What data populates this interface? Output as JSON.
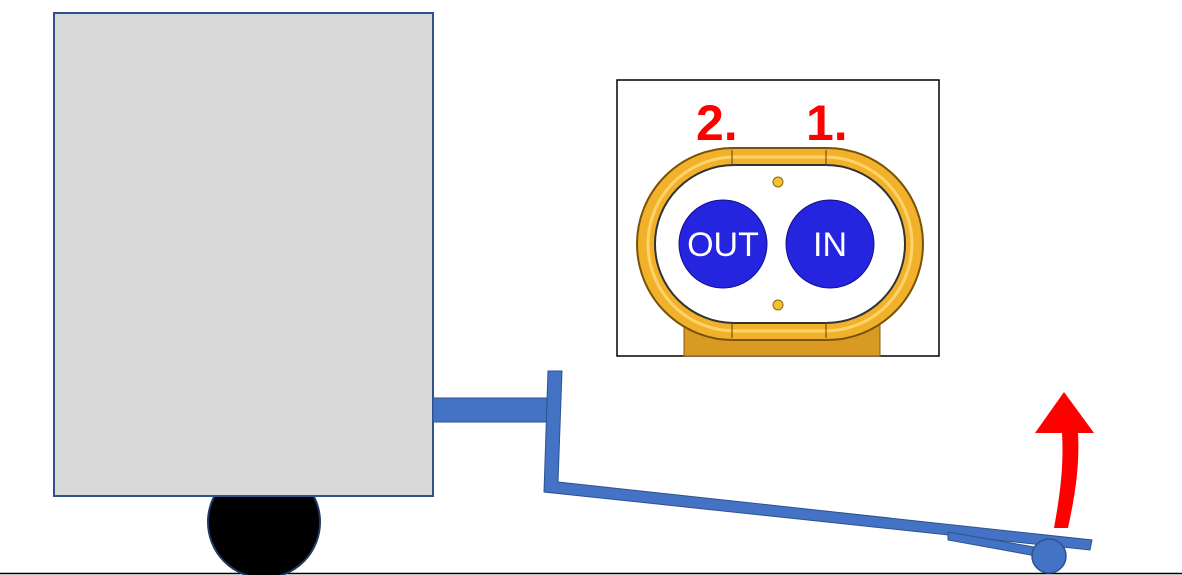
{
  "inset": {
    "step_labels": {
      "second": "2.",
      "first": "1."
    },
    "buttons": {
      "out_label": "OUT",
      "in_label": "IN"
    }
  },
  "colors": {
    "box_fill": "#d9d9d9",
    "box_stroke": "#2f528f",
    "frame_blue": "#4472c4",
    "wheel": "#000000",
    "arrow": "#ff0000",
    "step_text": "#ff0000",
    "button_fill": "#2525e0",
    "button_text": "#ffffff",
    "housing": "#f2b12a",
    "base": "#cc8a16"
  },
  "icons": {
    "arrow": "curved-up-arrow-icon",
    "wheel": "wheel-icon",
    "pivot": "pivot-knob-icon"
  }
}
